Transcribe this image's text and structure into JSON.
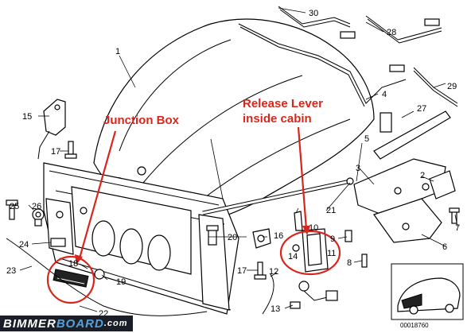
{
  "callouts": {
    "junction_box": "Junction Box",
    "release_lever_line1": "Release Lever",
    "release_lever_line2": "inside cabin"
  },
  "part_numbers": {
    "p1": "1",
    "p2": "2",
    "p3": "3",
    "p4": "4",
    "p5": "5",
    "p6": "6",
    "p7": "7",
    "p8": "8",
    "p9": "9",
    "p10": "10",
    "p11": "11",
    "p12": "12",
    "p13": "13",
    "p14": "14",
    "p15": "15",
    "p16": "16",
    "p17a": "17",
    "p17b": "17",
    "p18": "18",
    "p19": "19",
    "p20": "20",
    "p21": "21",
    "p22": "22",
    "p23": "23",
    "p24": "24",
    "p25": "25",
    "p26": "26",
    "p27": "27",
    "p28": "28",
    "p29": "29",
    "p30": "30"
  },
  "logo": {
    "part1": "BIMMER",
    "part2": "BOARD",
    "part3": ".com"
  },
  "catalog_number": "00018760",
  "colors": {
    "callout": "#d9261c",
    "logo_bg": "#1a1f27",
    "logo_accent": "#5aa0d8"
  }
}
